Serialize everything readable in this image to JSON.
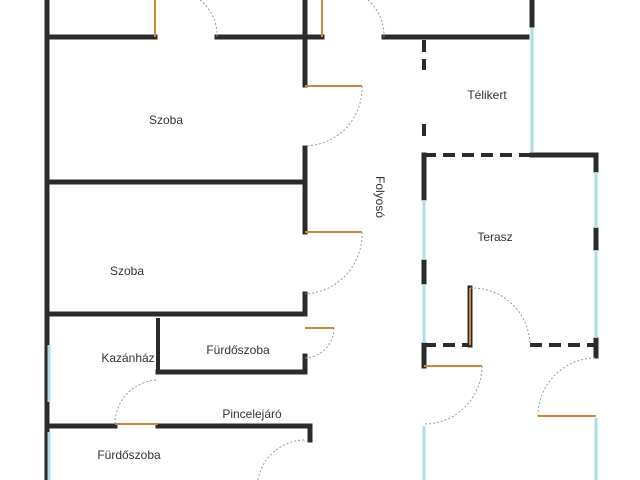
{
  "rooms": {
    "szoba_1": "Szoba",
    "szoba_2": "Szoba",
    "telikert": "Télikert",
    "folyoso": "Folyosó",
    "terasz": "Terasz",
    "kazanhaz": "Kazánház",
    "furdoszoba_1": "Fürdőszoba",
    "pincelejaro": "Pincelejáró",
    "furdoszoba_2": "Fürdőszoba"
  },
  "colors": {
    "wall": "#2b2b2b",
    "window": "#a9dde9",
    "door": "#c8893f",
    "door_swing": "#9a9a9a",
    "background": "#ffffff"
  }
}
